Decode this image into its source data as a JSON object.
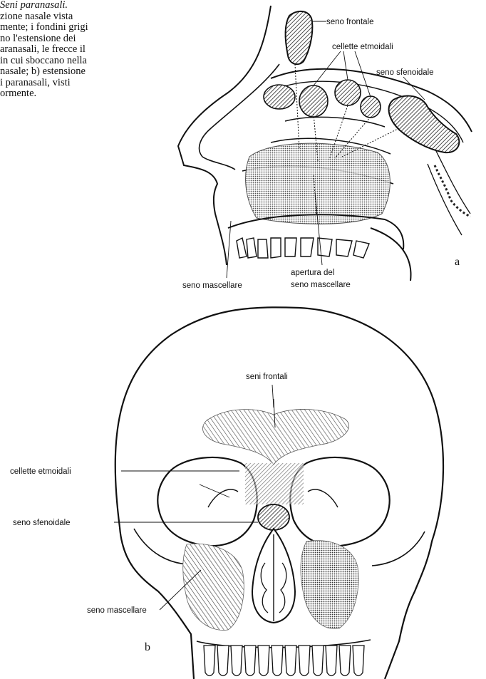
{
  "caption": {
    "title": "Seni paranasali.",
    "lines": [
      "zione nasale vista",
      "mente; i fondini grigi",
      "no l'estensione dei",
      "aranasali, le frecce il",
      "in cui sboccano nella",
      "nasale; b) estensione",
      "i paranasali, visti",
      "ormente."
    ]
  },
  "panel_a": {
    "letter": "a",
    "labels": {
      "frontal_sinus": "seno frontale",
      "ethmoid_cells": "cellette etmoidali",
      "sphenoid_sinus": "seno sfenoidale",
      "maxillary_sinus": "seno mascellare",
      "opening_line1": "apertura del",
      "opening_line2": "seno mascellare"
    }
  },
  "panel_b": {
    "letter": "b",
    "labels": {
      "frontal_sinuses": "seni frontali",
      "ethmoid_cells": "cellette etmoidali",
      "sphenoid_sinus": "seno sfenoidale",
      "maxillary_sinus": "seno mascellare"
    }
  }
}
